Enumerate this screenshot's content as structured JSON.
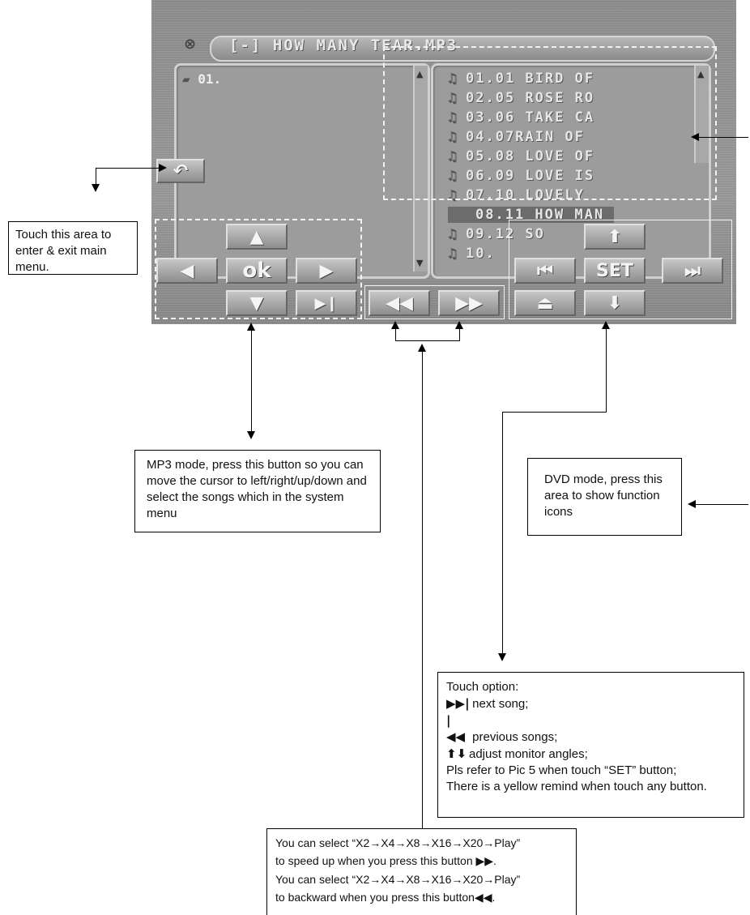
{
  "screen": {
    "title": "[-] HOW MANY TEAR.MP3",
    "folder": "01.",
    "songs": [
      {
        "label": "01.01 BIRD OF",
        "highlighted": false
      },
      {
        "label": "02.05 ROSE RO",
        "highlighted": false
      },
      {
        "label": "03.06 TAKE CA",
        "highlighted": false
      },
      {
        "label": "04.07RAIN OF",
        "highlighted": false
      },
      {
        "label": "05.08 LOVE OF",
        "highlighted": false
      },
      {
        "label": "06.09 LOVE IS",
        "highlighted": false
      },
      {
        "label": "07.10 LOVELY",
        "highlighted": false
      },
      {
        "label": "08.11 HOW MAN",
        "highlighted": true
      },
      {
        "label": "09.12 SO",
        "highlighted": false
      },
      {
        "label": "10.",
        "highlighted": false
      }
    ],
    "buttons": {
      "ok": "ok",
      "set": "SET"
    }
  },
  "annotations": {
    "main_menu": "Touch this area to enter & exit main menu.",
    "mp3_mode": "MP3 mode, press this button so you can move the cursor to left/right/up/down and select the songs which in the system menu",
    "dvd_mode": "DVD mode, press this area to show function icons",
    "touch_option": {
      "heading": "Touch option:",
      "next": "next song;",
      "previous": "previous songs;",
      "angles": "adjust monitor angles;",
      "set_note": "Pls refer to Pic 5 when touch “SET” button;",
      "remind": "There is a yellow remind when touch any button."
    },
    "speed": {
      "line1": "You can select “X2→X4→X8→X16→X20→Play”",
      "line2": "to speed up when you press this button",
      "line3": "You can select “X2→X4→X8→X16→X20→Play”",
      "line4": "to backward when you press this button"
    }
  }
}
